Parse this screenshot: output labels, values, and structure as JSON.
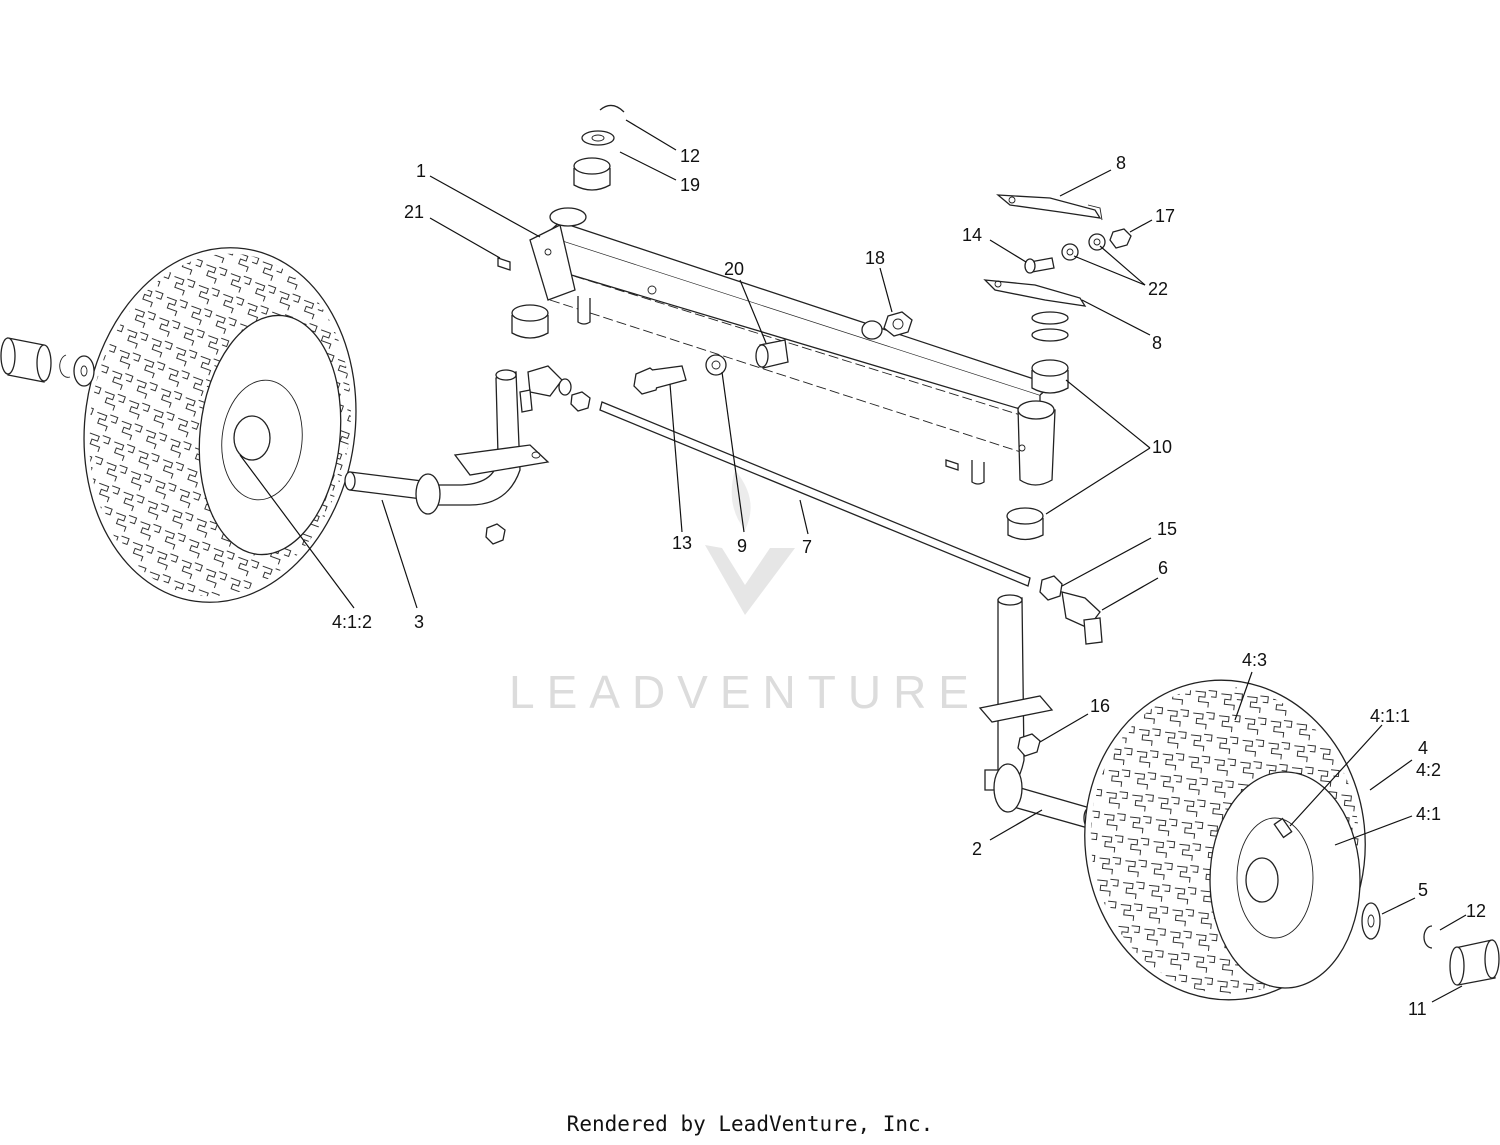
{
  "callouts": [
    {
      "id": "c-12a",
      "text": "12"
    },
    {
      "id": "c-19",
      "text": "19"
    },
    {
      "id": "c-1",
      "text": "1"
    },
    {
      "id": "c-21",
      "text": "21"
    },
    {
      "id": "c-20",
      "text": "20"
    },
    {
      "id": "c-18",
      "text": "18"
    },
    {
      "id": "c-8a",
      "text": "8"
    },
    {
      "id": "c-14",
      "text": "14"
    },
    {
      "id": "c-17",
      "text": "17"
    },
    {
      "id": "c-22",
      "text": "22"
    },
    {
      "id": "c-8b",
      "text": "8"
    },
    {
      "id": "c-10",
      "text": "10"
    },
    {
      "id": "c-13",
      "text": "13"
    },
    {
      "id": "c-9",
      "text": "9"
    },
    {
      "id": "c-7",
      "text": "7"
    },
    {
      "id": "c-412",
      "text": "4:1:2"
    },
    {
      "id": "c-3",
      "text": "3"
    },
    {
      "id": "c-15",
      "text": "15"
    },
    {
      "id": "c-6",
      "text": "6"
    },
    {
      "id": "c-43",
      "text": "4:3"
    },
    {
      "id": "c-16",
      "text": "16"
    },
    {
      "id": "c-411",
      "text": "4:1:1"
    },
    {
      "id": "c-4",
      "text": "4"
    },
    {
      "id": "c-42",
      "text": "4:2"
    },
    {
      "id": "c-41",
      "text": "4:1"
    },
    {
      "id": "c-2",
      "text": "2"
    },
    {
      "id": "c-5",
      "text": "5"
    },
    {
      "id": "c-12b",
      "text": "12"
    },
    {
      "id": "c-11",
      "text": "11"
    }
  ],
  "watermark": "LEADVENTURE",
  "footer": "Rendered by LeadVenture, Inc."
}
